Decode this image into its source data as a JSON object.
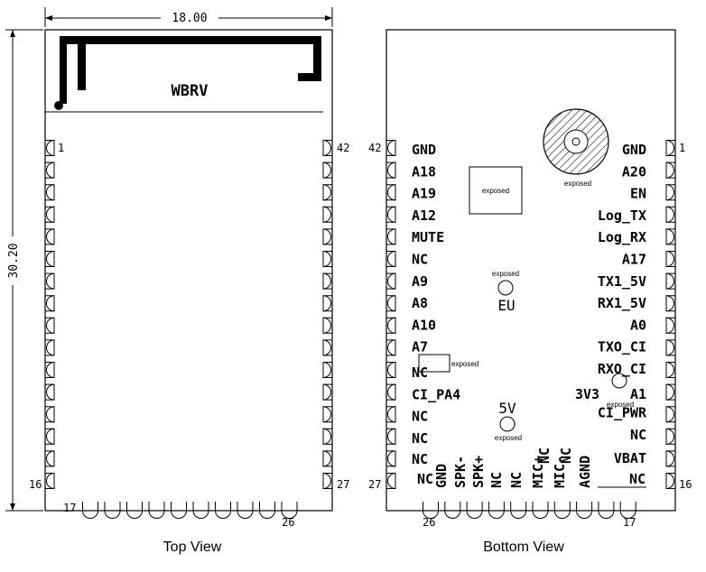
{
  "dimensions": {
    "width": "18.00",
    "height": "30.20"
  },
  "top_view": {
    "caption": "Top View",
    "antenna_label": "WBRV",
    "pin_first_left": "1",
    "pin_last_left": "16",
    "pin_first_right": "42",
    "pin_last_right": "27",
    "pin_first_bottom": "17",
    "pin_last_bottom": "26"
  },
  "bottom_view": {
    "caption": "Bottom View",
    "pin_number_top_left": "42",
    "pin_number_top_right": "1",
    "pin_number_bottom_left": "27",
    "pin_number_bottom_right": "16",
    "pin_number_bottom_row_left": "26",
    "pin_number_bottom_row_right": "17",
    "left_labels": [
      "GND",
      "A18",
      "A19",
      "A12",
      "MUTE",
      "NC",
      "A9",
      "A8",
      "A10",
      "A7",
      "NC",
      "CI_PA4",
      "NC",
      "NC",
      "NC"
    ],
    "right_labels": [
      "GND",
      "A20",
      "EN",
      "Log_TX",
      "Log_RX",
      "A17",
      "TX1_5V",
      "RX1_5V",
      "A0",
      "TXO_CI",
      "RXO_CI",
      "A1",
      "CI_PWR",
      "NC",
      "VBAT"
    ],
    "bottom_labels": [
      "NC",
      "GND",
      "SPK-",
      "SPK+",
      "NC",
      "NC",
      "MIC+",
      "NC",
      "MIC-",
      "NC",
      "AGND",
      "NC"
    ],
    "label_3v3": "3V3",
    "pad_exposed_big": "exposed",
    "pad_exposed_round_top": "exposed",
    "pad_eu_label": "EU",
    "pad_eu_exposed": "exposed",
    "pad_5v_label": "5V",
    "pad_5v_exposed": "exposed",
    "pad_exposed_small_rect": "exposed",
    "pad_exposed_near_a1": "exposed"
  }
}
